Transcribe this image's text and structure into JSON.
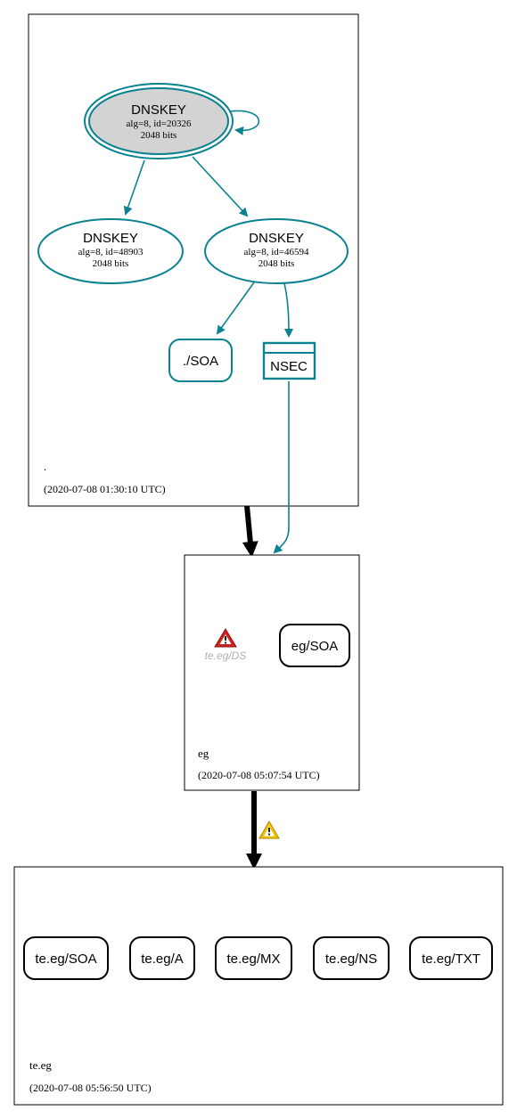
{
  "colors": {
    "teal": "#0a8291",
    "black": "#000000",
    "ksk_fill": "#d3d3d3",
    "grey_text": "#b0b0b0",
    "warning_red": "#cc2222",
    "warning_yellow": "#f2c200"
  },
  "zones": {
    "root": {
      "name": ".",
      "timestamp": "(2020-07-08 01:30:10 UTC)",
      "nodes": {
        "ksk": {
          "title": "DNSKEY",
          "detail": "alg=8, id=20326",
          "bits": "2048 bits"
        },
        "zsk1": {
          "title": "DNSKEY",
          "detail": "alg=8, id=48903",
          "bits": "2048 bits"
        },
        "zsk2": {
          "title": "DNSKEY",
          "detail": "alg=8, id=46594",
          "bits": "2048 bits"
        },
        "soa": {
          "label": "./SOA"
        },
        "nsec": {
          "label": "NSEC"
        }
      }
    },
    "eg": {
      "name": "eg",
      "timestamp": "(2020-07-08 05:07:54 UTC)",
      "nodes": {
        "ds": {
          "label": "te.eg/DS",
          "icon": "error-warning-icon"
        },
        "soa": {
          "label": "eg/SOA"
        }
      }
    },
    "te_eg": {
      "name": "te.eg",
      "timestamp": "(2020-07-08 05:56:50 UTC)",
      "records": [
        "te.eg/SOA",
        "te.eg/A",
        "te.eg/MX",
        "te.eg/NS",
        "te.eg/TXT"
      ]
    }
  },
  "delegation_warning_icon": "warning-icon"
}
